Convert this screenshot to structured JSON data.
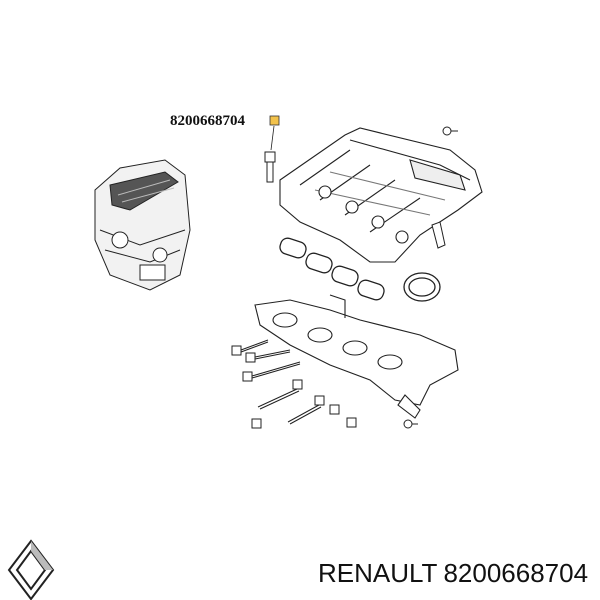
{
  "diagram": {
    "callout_part_number": "8200668704"
  },
  "caption": {
    "brand": "RENAULT",
    "part_number": "8200668704"
  },
  "colors": {
    "callout_marker": "#f2c24b",
    "line": "#222222",
    "fill": "#ffffff",
    "shade": "#d9d9d9"
  },
  "icons": [
    "renault-logo-icon",
    "engine-thumbnail-icon"
  ]
}
